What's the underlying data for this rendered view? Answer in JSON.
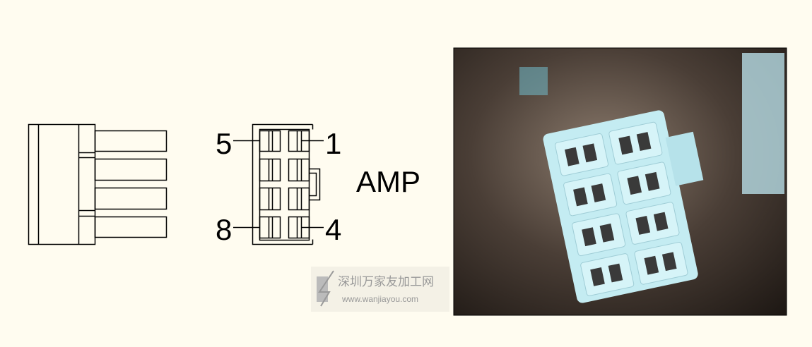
{
  "pin_labels": {
    "top_left": "5",
    "top_right": "1",
    "bottom_left": "8",
    "bottom_right": "4"
  },
  "brand_label": "AMP",
  "watermark": {
    "line1": "深圳万家友加工网",
    "line2": "www.wanjiayou.com"
  },
  "colors": {
    "background": "#fffcf0",
    "line": "#000000",
    "connector": "#c4ecf2",
    "photo_bg": "#3a302a"
  }
}
